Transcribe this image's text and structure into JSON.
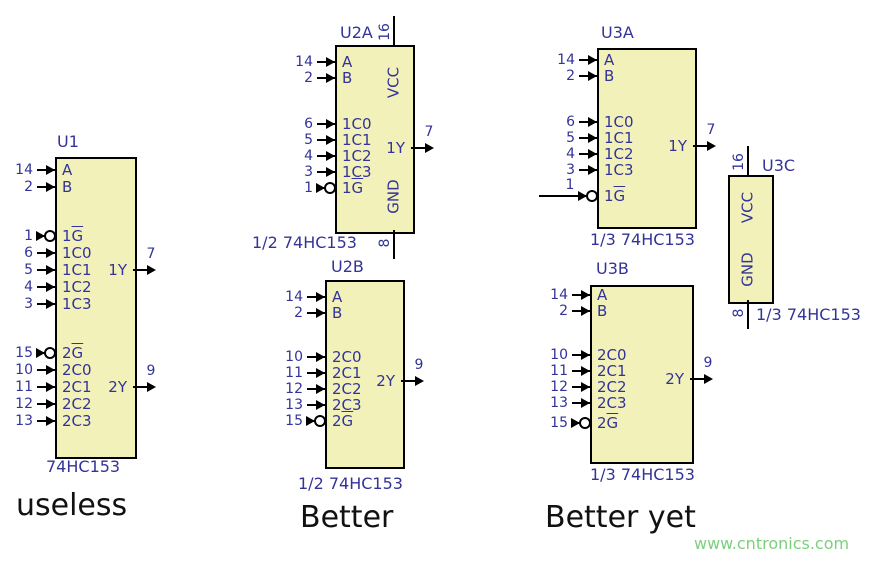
{
  "captions": [
    "useless",
    "Better",
    "Better yet"
  ],
  "watermark": "www.cntronics.com",
  "colors": {
    "chip_fill": "#f1f1b9",
    "text_blue": "#333399",
    "caption_black": "#111111",
    "watermark_green": "#7ccf7c"
  },
  "chips": [
    {
      "id": "U1",
      "refdes": "U1",
      "part": "74HC153",
      "left_pins": [
        {
          "num": "14",
          "label": "A"
        },
        {
          "num": "2",
          "label": "B"
        },
        {
          "num": "1",
          "label": "1G",
          "inverted": true
        },
        {
          "num": "6",
          "label": "1C0"
        },
        {
          "num": "5",
          "label": "1C1"
        },
        {
          "num": "4",
          "label": "1C2"
        },
        {
          "num": "3",
          "label": "1C3"
        },
        {
          "num": "15",
          "label": "2G",
          "inverted": true
        },
        {
          "num": "10",
          "label": "2C0"
        },
        {
          "num": "11",
          "label": "2C1"
        },
        {
          "num": "12",
          "label": "2C2"
        },
        {
          "num": "13",
          "label": "2C3"
        }
      ],
      "right_pins": [
        {
          "num": "7",
          "label": "1Y"
        },
        {
          "num": "9",
          "label": "2Y"
        }
      ]
    },
    {
      "id": "U2A",
      "refdes": "U2A",
      "part": "1/2 74HC153",
      "left_pins": [
        {
          "num": "14",
          "label": "A"
        },
        {
          "num": "2",
          "label": "B"
        },
        {
          "num": "6",
          "label": "1C0"
        },
        {
          "num": "5",
          "label": "1C1"
        },
        {
          "num": "4",
          "label": "1C2"
        },
        {
          "num": "3",
          "label": "1C3"
        },
        {
          "num": "1",
          "label": "1G",
          "inverted": true
        }
      ],
      "right_pins": [
        {
          "num": "7",
          "label": "1Y"
        }
      ],
      "top_pin": {
        "num": "16",
        "label": "VCC"
      },
      "bottom_pin": {
        "num": "8",
        "label": "GND"
      }
    },
    {
      "id": "U2B",
      "refdes": "U2B",
      "part": "1/2 74HC153",
      "left_pins": [
        {
          "num": "14",
          "label": "A"
        },
        {
          "num": "2",
          "label": "B"
        },
        {
          "num": "10",
          "label": "2C0"
        },
        {
          "num": "11",
          "label": "2C1"
        },
        {
          "num": "12",
          "label": "2C2"
        },
        {
          "num": "13",
          "label": "2C3"
        },
        {
          "num": "15",
          "label": "2G",
          "inverted": true
        }
      ],
      "right_pins": [
        {
          "num": "9",
          "label": "2Y"
        }
      ]
    },
    {
      "id": "U3A",
      "refdes": "U3A",
      "part": "1/3 74HC153",
      "left_pins": [
        {
          "num": "14",
          "label": "A"
        },
        {
          "num": "2",
          "label": "B"
        },
        {
          "num": "6",
          "label": "1C0"
        },
        {
          "num": "5",
          "label": "1C1"
        },
        {
          "num": "4",
          "label": "1C2"
        },
        {
          "num": "3",
          "label": "1C3"
        },
        {
          "num": "1",
          "label": "1G",
          "inverted": true,
          "long_wire": true
        }
      ],
      "right_pins": [
        {
          "num": "7",
          "label": "1Y"
        }
      ]
    },
    {
      "id": "U3B",
      "refdes": "U3B",
      "part": "1/3 74HC153",
      "left_pins": [
        {
          "num": "14",
          "label": "A"
        },
        {
          "num": "2",
          "label": "B"
        },
        {
          "num": "10",
          "label": "2C0"
        },
        {
          "num": "11",
          "label": "2C1"
        },
        {
          "num": "12",
          "label": "2C2"
        },
        {
          "num": "13",
          "label": "2C3"
        },
        {
          "num": "15",
          "label": "2G",
          "inverted": true
        }
      ],
      "right_pins": [
        {
          "num": "9",
          "label": "2Y"
        }
      ]
    },
    {
      "id": "U3C",
      "refdes": "U3C",
      "part": "1/3 74HC153",
      "left_pins": [],
      "right_pins": [],
      "top_pin": {
        "num": "16",
        "label": "VCC"
      },
      "bottom_pin": {
        "num": "8",
        "label": "GND"
      }
    }
  ]
}
